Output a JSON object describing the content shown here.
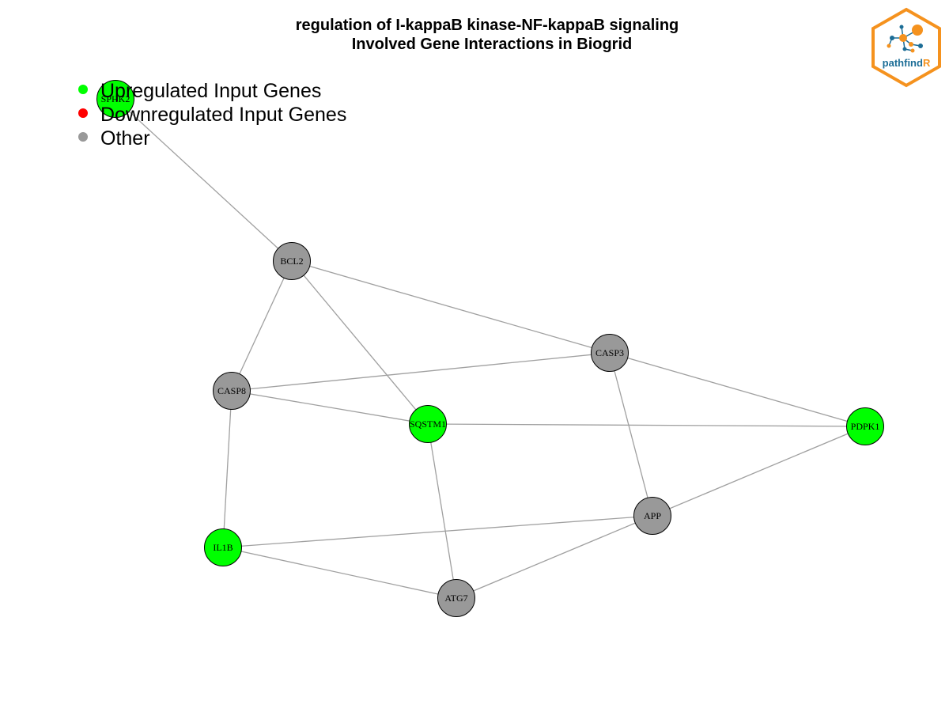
{
  "title": {
    "line1": "regulation of I-kappaB kinase-NF-kappaB signaling",
    "line2": "Involved Gene Interactions in Biogrid"
  },
  "legend": [
    {
      "label": "Upregulated Input Genes",
      "color": "#00ff00"
    },
    {
      "label": "Downregulated Input Genes",
      "color": "#ff0000"
    },
    {
      "label": "Other",
      "color": "#999999"
    }
  ],
  "colors": {
    "upregulated": "#00ff00",
    "downregulated": "#ff0000",
    "other": "#999999",
    "edge": "#a0a0a0",
    "logo_accent": "#f5921e",
    "logo_text_main": "#1c6d96"
  },
  "logo": {
    "text_main": "pathfind",
    "text_accent": "R"
  },
  "graph": {
    "nodes": [
      {
        "id": "SPHK2",
        "status": "upregulated"
      },
      {
        "id": "BCL2",
        "status": "other"
      },
      {
        "id": "CASP3",
        "status": "other"
      },
      {
        "id": "CASP8",
        "status": "other"
      },
      {
        "id": "SQSTM1",
        "status": "upregulated"
      },
      {
        "id": "PDPK1",
        "status": "upregulated"
      },
      {
        "id": "APP",
        "status": "other"
      },
      {
        "id": "IL1B",
        "status": "upregulated"
      },
      {
        "id": "ATG7",
        "status": "other"
      }
    ],
    "edges": [
      [
        "SPHK2",
        "BCL2"
      ],
      [
        "BCL2",
        "CASP3"
      ],
      [
        "BCL2",
        "CASP8"
      ],
      [
        "BCL2",
        "SQSTM1"
      ],
      [
        "CASP8",
        "CASP3"
      ],
      [
        "CASP8",
        "SQSTM1"
      ],
      [
        "CASP8",
        "IL1B"
      ],
      [
        "CASP3",
        "PDPK1"
      ],
      [
        "CASP3",
        "APP"
      ],
      [
        "SQSTM1",
        "PDPK1"
      ],
      [
        "SQSTM1",
        "ATG7"
      ],
      [
        "PDPK1",
        "APP"
      ],
      [
        "APP",
        "IL1B"
      ],
      [
        "APP",
        "ATG7"
      ],
      [
        "IL1B",
        "ATG7"
      ]
    ]
  }
}
